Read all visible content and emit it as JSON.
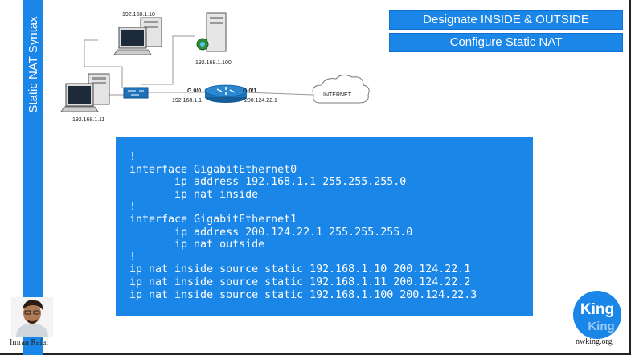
{
  "sidebar": {
    "title": "Static NAT Syntax"
  },
  "header": {
    "box1": "Designate INSIDE & OUTSIDE",
    "box2": "Configure Static NAT"
  },
  "diagram": {
    "pc1_ip": "192.168.1.10",
    "server_ip": "192.168.1.100",
    "pc2_ip": "192.168.1.11",
    "g00": "G 0/0",
    "g01": "G 0/1",
    "router_inside_ip": "192.168.1.1",
    "router_outside_ip": "200.124.22.1",
    "internet": "INTERNET"
  },
  "code": [
    "!",
    "interface GigabitEthernet0",
    "       ip address 192.168.1.1 255.255.255.0",
    "       ip nat inside",
    "!",
    "interface GigabitEthernet1",
    "       ip address 200.124.22.1 255.255.255.0",
    "       ip nat outside",
    "!",
    "ip nat inside source static 192.168.1.10 200.124.22.1",
    "ip nat inside source static 192.168.1.11 200.124.22.2",
    "ip nat inside source static 192.168.1.100 200.124.22.3"
  ],
  "footer": {
    "presenter": "Imran Rafai",
    "logo_word1": "King",
    "logo_word2": "King",
    "site": "nwking.org"
  },
  "colors": {
    "accent": "#1a86e8"
  }
}
